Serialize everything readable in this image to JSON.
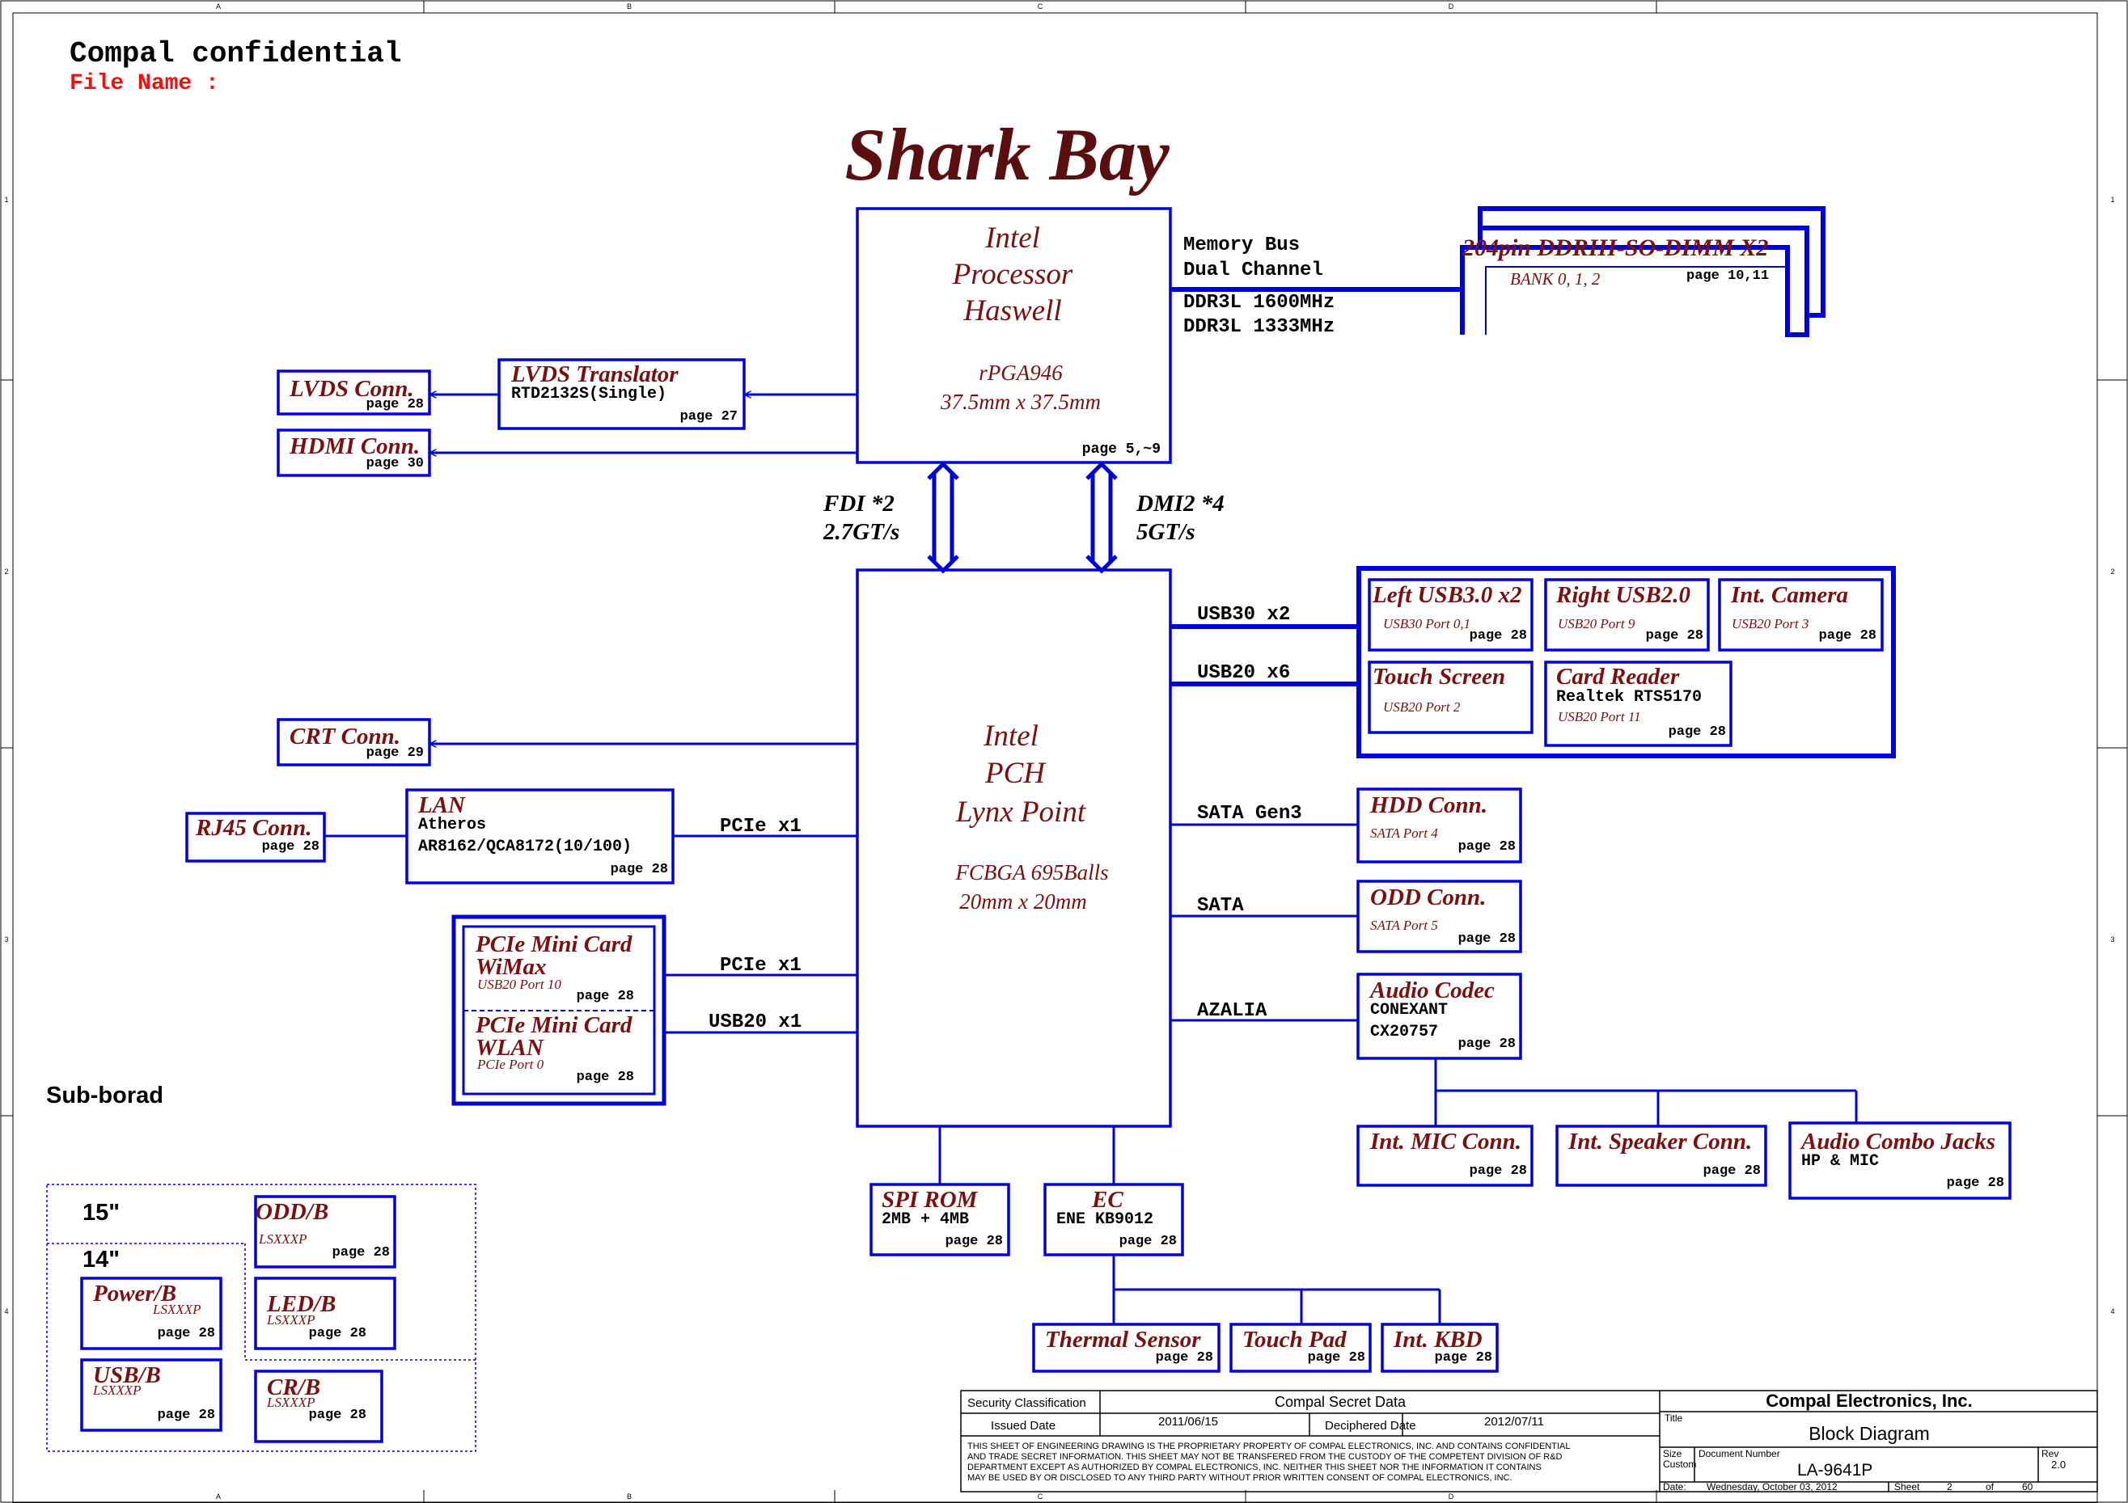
{
  "header": {
    "confidential": "Compal confidential",
    "file_name_label": "File Name :"
  },
  "title": "Shark Bay",
  "frame": {
    "cols": [
      "A",
      "B",
      "C",
      "D"
    ],
    "rows": [
      "1",
      "2",
      "3",
      "4"
    ]
  },
  "cpu": {
    "l1": "Intel",
    "l2": "Processor",
    "l3": "Haswell",
    "pkg": "rPGA946",
    "size": "37.5mm x 37.5mm",
    "page": "page 5,~9"
  },
  "memory": {
    "bus1": "Memory Bus",
    "bus2": "Dual Channel",
    "ddr1": "DDR3L  1600MHz",
    "ddr2": "DDR3L  1333MHz",
    "dimm_title": "204pin DDRIII-SO-DIMM X2",
    "dimm_bank": "BANK 0, 1, 2",
    "dimm_page": "page 10,11"
  },
  "links": {
    "fdi1": "FDI *2",
    "fdi2": "2.7GT/s",
    "dmi1": "DMI2 *4",
    "dmi2": "5GT/s"
  },
  "pch": {
    "l1": "Intel",
    "l2": "PCH",
    "l3": "Lynx Point",
    "pkg": "FCBGA 695Balls",
    "size": "20mm x 20mm"
  },
  "left": {
    "lvds_conn": {
      "title": "LVDS Conn.",
      "page": "page 28"
    },
    "hdmi_conn": {
      "title": "HDMI Conn.",
      "page": "page 30"
    },
    "lvds_trans": {
      "title": "LVDS Translator",
      "chip": "RTD2132S(Single)",
      "page": "page 27"
    },
    "crt_conn": {
      "title": "CRT Conn.",
      "page": "page 29"
    },
    "rj45": {
      "title": "RJ45 Conn.",
      "page": "page 28"
    },
    "lan": {
      "title": "LAN",
      "l1": "Atheros",
      "l2": "AR8162/QCA8172(10/100)",
      "page": "page 28"
    },
    "pcie_lan": "PCIe x1",
    "mini1": {
      "t1": "PCIe Mini Card",
      "t2": "WiMax",
      "sub": "USB20 Port 10",
      "page": "page 28"
    },
    "mini2": {
      "t1": "PCIe Mini Card",
      "t2": "WLAN",
      "sub": "PCIe Port 0",
      "page": "page 28"
    },
    "pcie_mini": "PCIe x1",
    "usb_mini": "USB20 x1"
  },
  "right": {
    "usb30": "USB30 x2",
    "usb20": "USB20 x6",
    "left_usb": {
      "title": "Left USB3.0 x2",
      "sub": "USB30 Port 0,1",
      "page": "page 28"
    },
    "right_usb": {
      "title": "Right USB2.0",
      "sub": "USB20 Port 9",
      "page": "page 28"
    },
    "camera": {
      "title": "Int. Camera",
      "sub": "USB20 Port 3",
      "page": "page 28"
    },
    "touch_screen": {
      "title": "Touch Screen",
      "sub": "USB20 Port 2"
    },
    "card_reader": {
      "title": "Card Reader",
      "chip": "Realtek RTS5170",
      "sub": "USB20 Port 11",
      "page": "page 28"
    },
    "sata_gen3": "SATA Gen3",
    "sata": "SATA",
    "azalia": "AZALIA",
    "hdd": {
      "title": "HDD Conn.",
      "sub": "SATA Port 4",
      "page": "page 28"
    },
    "odd": {
      "title": "ODD Conn.",
      "sub": "SATA Port 5",
      "page": "page 28"
    },
    "codec": {
      "title": "Audio Codec",
      "l1": "CONEXANT",
      "l2": "CX20757",
      "page": "page 28"
    },
    "mic": {
      "title": "Int. MIC Conn.",
      "page": "page 28"
    },
    "speaker": {
      "title": "Int. Speaker Conn.",
      "page": "page 28"
    },
    "combo": {
      "title": "Audio Combo Jacks",
      "l1": "HP & MIC",
      "page": "page 28"
    }
  },
  "bottom": {
    "spi": {
      "title": "SPI ROM",
      "l1": "2MB + 4MB",
      "page": "page 28"
    },
    "ec": {
      "title": "EC",
      "l1": "ENE KB9012",
      "page": "page 28"
    },
    "thermal": {
      "title": "Thermal Sensor",
      "page": "page 28"
    },
    "touchpad": {
      "title": "Touch Pad",
      "page": "page 28"
    },
    "kbd": {
      "title": "Int. KBD",
      "page": "page 28"
    }
  },
  "subboard": {
    "label": "Sub-borad",
    "s15": "15\"",
    "s14": "14\"",
    "odd": {
      "title": "ODD/B",
      "sub": "LSXXXP",
      "page": "page 28"
    },
    "power": {
      "title": "Power/B",
      "sub": "LSXXXP",
      "page": "page 28"
    },
    "led": {
      "title": "LED/B",
      "sub": "LSXXXP",
      "page": "page 28"
    },
    "usb": {
      "title": "USB/B",
      "sub": "LSXXXP",
      "page": "page 28"
    },
    "cr": {
      "title": "CR/B",
      "sub": "LSXXXP",
      "page": "page 28"
    }
  },
  "title_block": {
    "security_label": "Security Classification",
    "security_value": "Compal Secret Data",
    "issued_label": "Issued Date",
    "issued_value": "2011/06/15",
    "deciphered_label": "Deciphered Date",
    "deciphered_value": "2012/07/11",
    "company": "Compal Electronics, Inc.",
    "title_label": "Title",
    "title_value": "Block Diagram",
    "size_label": "Size",
    "size_value": "Custom",
    "docnum_label": "Document Number",
    "docnum_value": "LA-9641P",
    "rev_label": "Rev",
    "rev_value": "2.0",
    "date_label": "Date:",
    "date_value": "Wednesday, October 03, 2012",
    "sheet_label": "Sheet",
    "sheet_value": "2",
    "of_label": "of",
    "of_value": "60",
    "disclaimer": [
      "THIS SHEET OF ENGINEERING DRAWING IS THE PROPRIETARY PROPERTY OF COMPAL ELECTRONICS, INC. AND CONTAINS CONFIDENTIAL",
      "AND TRADE SECRET INFORMATION. THIS SHEET MAY NOT BE TRANSFERED FROM THE CUSTODY OF THE COMPETENT DIVISION OF R&D",
      "DEPARTMENT EXCEPT AS AUTHORIZED BY COMPAL ELECTRONICS, INC. NEITHER THIS SHEET NOR THE INFORMATION IT CONTAINS",
      "MAY BE USED BY OR DISCLOSED TO ANY THIRD PARTY WITHOUT PRIOR WRITTEN CONSENT OF COMPAL ELECTRONICS, INC."
    ]
  },
  "colors": {
    "wire": "#0000dd",
    "title": "#5a0e0e",
    "red": "#ee1111",
    "black": "#000000"
  }
}
